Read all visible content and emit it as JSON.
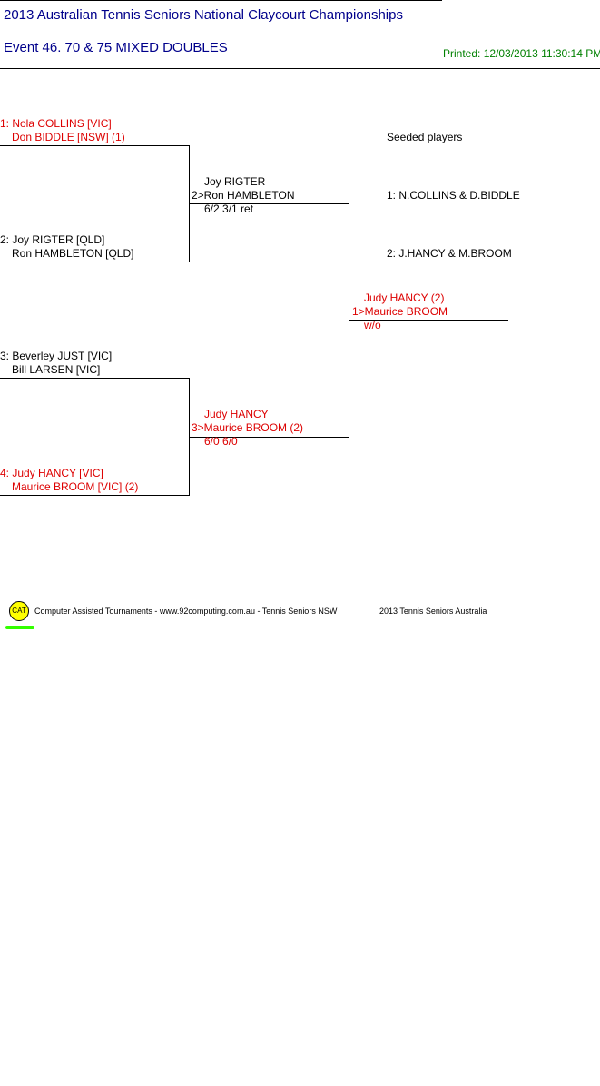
{
  "header": {
    "title": "2013 Australian Tennis Seniors National Claycourt Championships",
    "event": "Event 46. 70 & 75 MIXED DOUBLES",
    "printed": "Printed: 12/03/2013 11:30:14 PM"
  },
  "colors": {
    "title": "#00008b",
    "printed": "#008000",
    "seeded": "#dd0000",
    "unseeded": "#000000"
  },
  "round1": [
    {
      "line1": "1: Nola COLLINS [VIC]",
      "line2": "Don BIDDLE [NSW] (1)",
      "seeded": true
    },
    {
      "line1": "2: Joy RIGTER [QLD]",
      "line2": "Ron HAMBLETON [QLD]",
      "seeded": false
    },
    {
      "line1": "3: Beverley JUST [VIC]",
      "line2": "Bill LARSEN [VIC]",
      "seeded": false
    },
    {
      "line1": "4: Judy HANCY [VIC]",
      "line2": "Maurice BROOM [VIC] (2)",
      "seeded": true
    }
  ],
  "round2": [
    {
      "line1": "Joy RIGTER",
      "line2": "2>Ron HAMBLETON",
      "score": "6/2 3/1 ret",
      "seeded": false
    },
    {
      "line1": "Judy HANCY",
      "line2": "3>Maurice BROOM (2)",
      "score": "6/0 6/0",
      "seeded": true
    }
  ],
  "final": {
    "line1": "Judy HANCY (2)",
    "line2": "1>Maurice BROOM",
    "score": "w/o",
    "seeded": true
  },
  "seeds": {
    "heading": "Seeded players",
    "items": [
      "1: N.COLLINS & D.BIDDLE",
      "2: J.HANCY & M.BROOM"
    ]
  },
  "footer": {
    "logo_text": "CAT",
    "credit": "Computer Assisted Tournaments - www.92computing.com.au -  Tennis Seniors NSW",
    "copyright": "2013 Tennis Seniors Australia"
  }
}
